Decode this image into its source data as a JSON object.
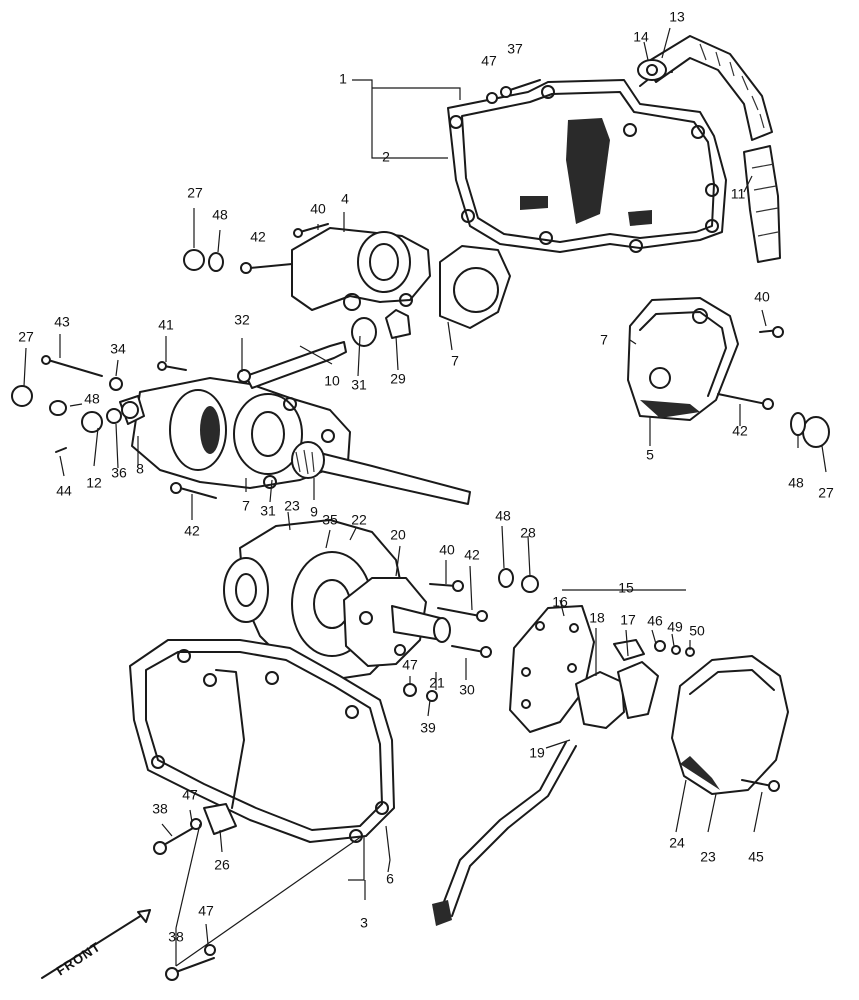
{
  "front_label": "FRONT",
  "callouts": [
    "13",
    "14",
    "47",
    "37",
    "1",
    "2",
    "11",
    "27",
    "48",
    "40",
    "4",
    "42",
    "7",
    "40",
    "42",
    "5",
    "48",
    "27",
    "43",
    "41",
    "32",
    "34",
    "27",
    "48",
    "12",
    "44",
    "36",
    "8",
    "10",
    "31",
    "29",
    "7",
    "7",
    "31",
    "9",
    "42",
    "23",
    "35",
    "22",
    "20",
    "40",
    "42",
    "48",
    "28",
    "15",
    "16",
    "18",
    "17",
    "46",
    "49",
    "50",
    "47",
    "21",
    "30",
    "39",
    "19",
    "38",
    "47",
    "26",
    "6",
    "3",
    "24",
    "23",
    "45",
    "38",
    "47"
  ]
}
